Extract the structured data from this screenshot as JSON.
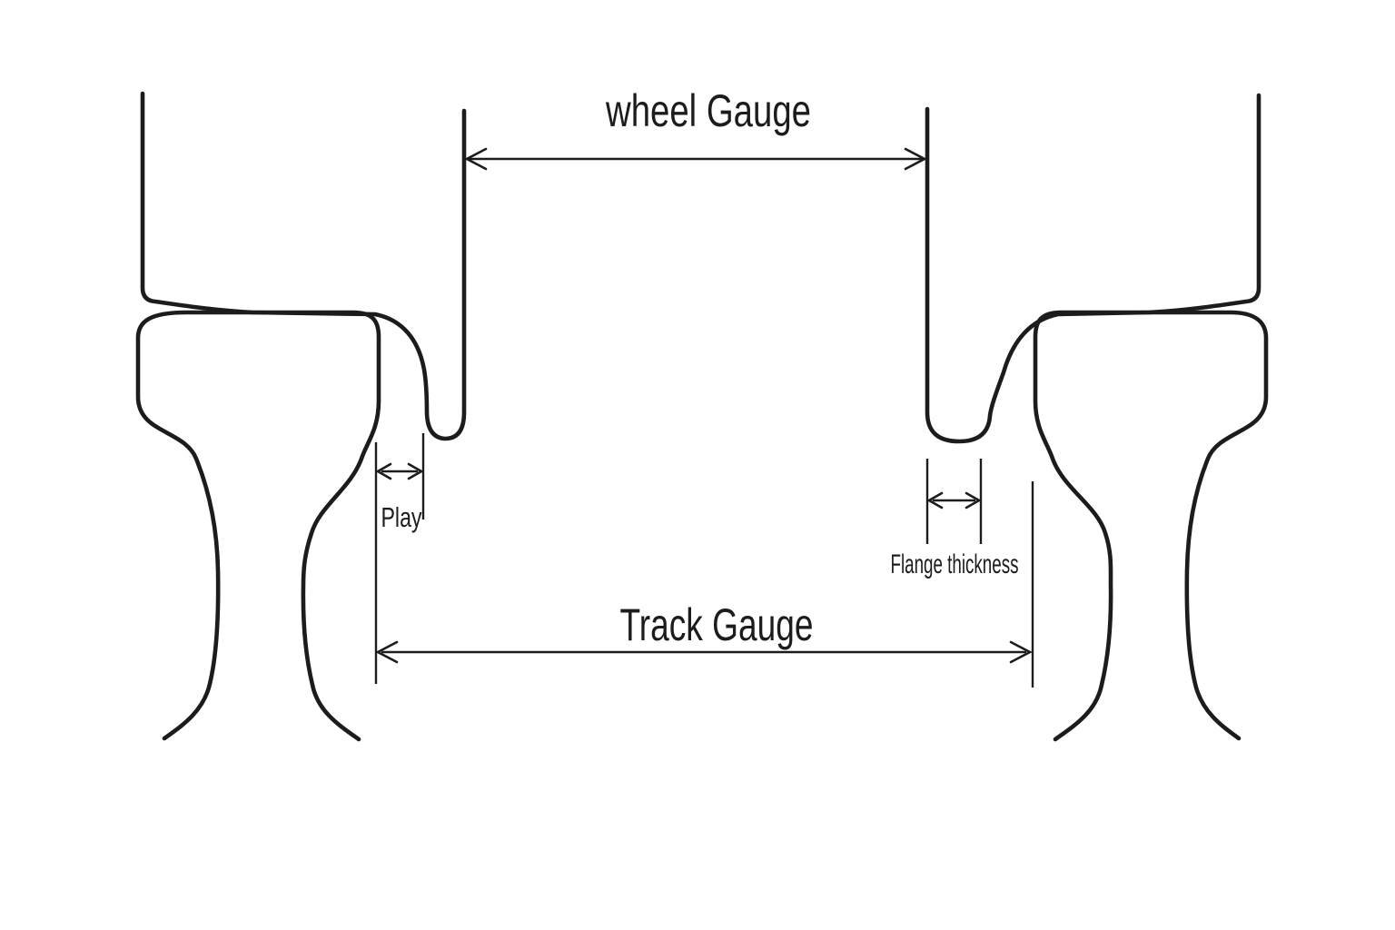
{
  "diagram": {
    "labels": {
      "wheel_gauge": "wheel Gauge",
      "track_gauge": "Track Gauge",
      "play": "Play",
      "flange_thickness": "Flange thickness"
    },
    "colors": {
      "line": "#1c1c1c",
      "background": "#ffffff"
    }
  }
}
